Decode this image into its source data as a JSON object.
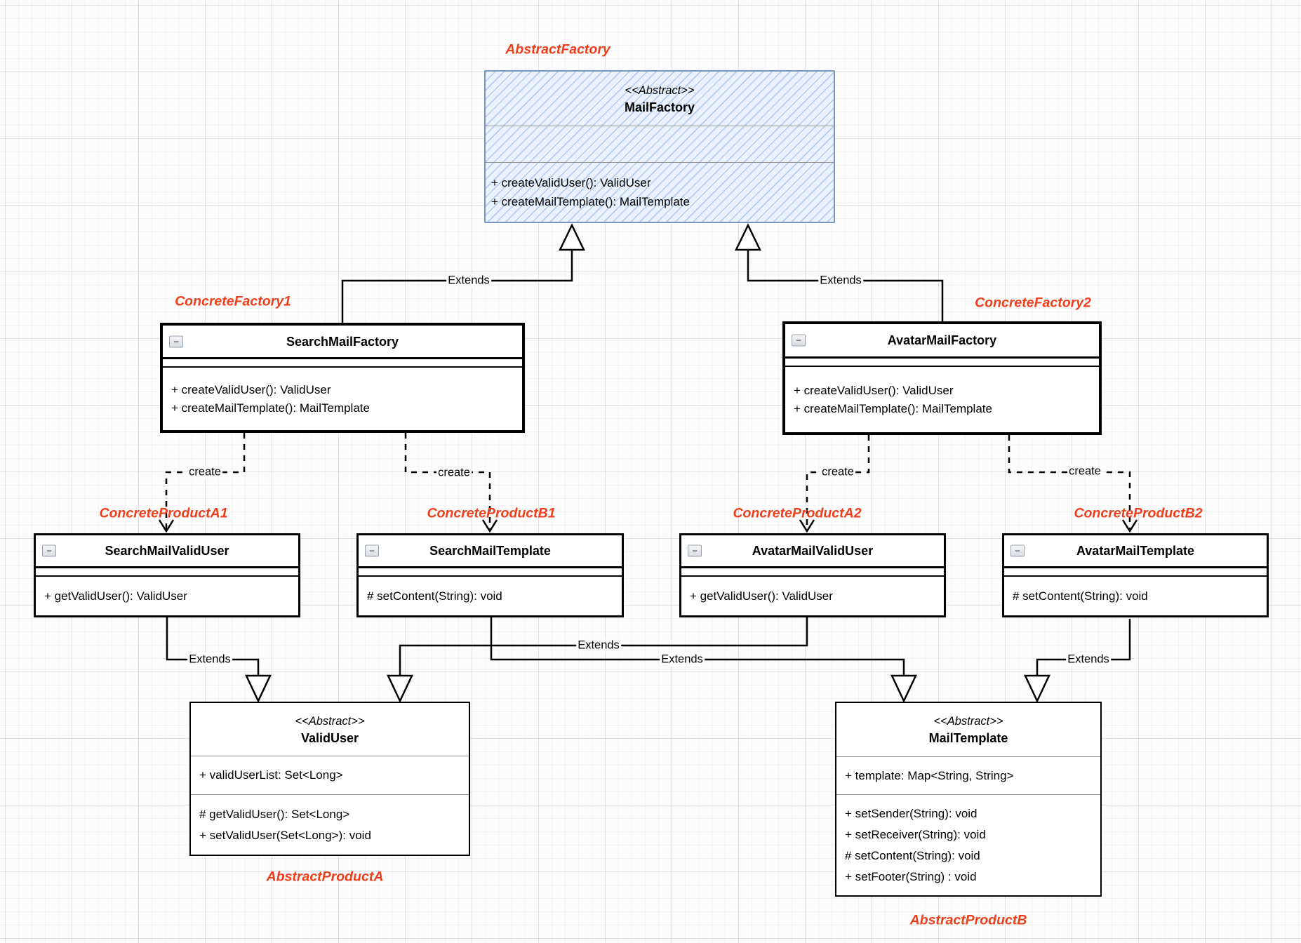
{
  "colors": {
    "annotation_red": "#ee3e1c",
    "abstract_fill": "#eaf2fd",
    "abstract_border": "#7b96c4",
    "box_border": "#000000"
  },
  "icons": {
    "collapse_glyph": "−"
  },
  "edge_labels": {
    "extends": "Extends",
    "create": "create"
  },
  "annotations": {
    "abstract_factory": "AbstractFactory",
    "concrete_factory_1": "ConcreteFactory1",
    "concrete_factory_2": "ConcreteFactory2",
    "concrete_product_a1": "ConcreteProductA1",
    "concrete_product_b1": "ConcreteProductB1",
    "concrete_product_a2": "ConcreteProductA2",
    "concrete_product_b2": "ConcreteProductB2",
    "abstract_product_a": "AbstractProductA",
    "abstract_product_b": "AbstractProductB"
  },
  "classes": {
    "mail_factory": {
      "stereotype": "<<Abstract>>",
      "name": "MailFactory",
      "methods": [
        "+ createValidUser(): ValidUser",
        "+ createMailTemplate(): MailTemplate"
      ]
    },
    "search_mail_factory": {
      "name": "SearchMailFactory",
      "methods": [
        "+ createValidUser(): ValidUser",
        "+ createMailTemplate(): MailTemplate"
      ]
    },
    "avatar_mail_factory": {
      "name": "AvatarMailFactory",
      "methods": [
        "+ createValidUser(): ValidUser",
        "+ createMailTemplate(): MailTemplate"
      ]
    },
    "search_mail_valid_user": {
      "name": "SearchMailValidUser",
      "methods": [
        "+ getValidUser(): ValidUser"
      ]
    },
    "search_mail_template": {
      "name": "SearchMailTemplate",
      "methods": [
        "# setContent(String): void"
      ]
    },
    "avatar_mail_valid_user": {
      "name": "AvatarMailValidUser",
      "methods": [
        "+ getValidUser(): ValidUser"
      ]
    },
    "avatar_mail_template": {
      "name": "AvatarMailTemplate",
      "methods": [
        "# setContent(String): void"
      ]
    },
    "valid_user": {
      "stereotype": "<<Abstract>>",
      "name": "ValidUser",
      "attributes": [
        "+ validUserList: Set<Long>"
      ],
      "methods": [
        "# getValidUser(): Set<Long>",
        "+ setValidUser(Set<Long>): void"
      ]
    },
    "mail_template": {
      "stereotype": "<<Abstract>>",
      "name": "MailTemplate",
      "attributes": [
        "+ template: Map<String, String>"
      ],
      "methods": [
        "+ setSender(String): void",
        "+ setReceiver(String): void",
        "# setContent(String): void",
        "+ setFooter(String) : void"
      ]
    }
  }
}
